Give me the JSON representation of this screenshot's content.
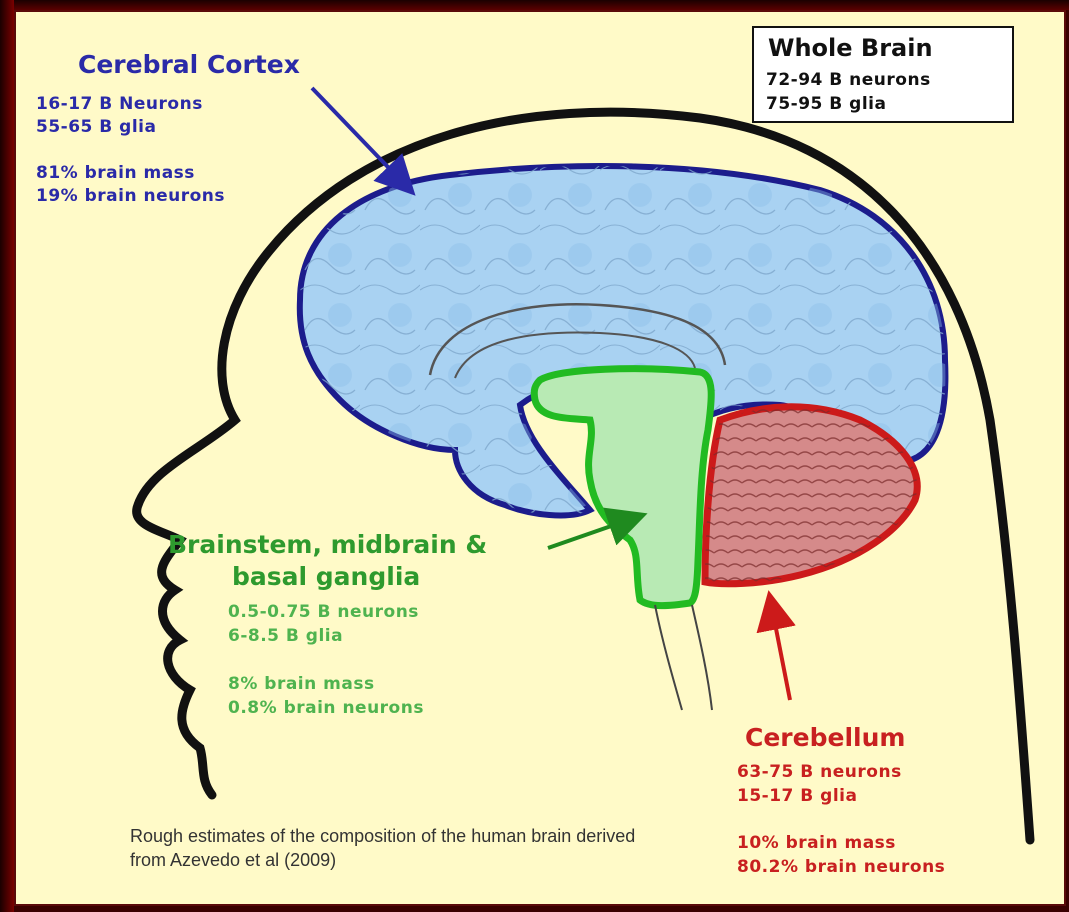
{
  "whole_brain": {
    "title": "Whole Brain",
    "lines": [
      "72-94 B neurons",
      "75-95 B glia"
    ]
  },
  "cerebral_cortex": {
    "title": "Cerebral Cortex",
    "lines": [
      "16-17 B Neurons",
      "55-65 B glia",
      "81% brain mass",
      "19% brain neurons"
    ]
  },
  "brainstem": {
    "title_line1": "Brainstem, midbrain &",
    "title_line2": "basal ganglia",
    "lines": [
      "0.5-0.75 B neurons",
      "6-8.5 B glia",
      "8% brain mass",
      "0.8% brain neurons"
    ]
  },
  "cerebellum": {
    "title": "Cerebellum",
    "lines": [
      "63-75 B neurons",
      "15-17 B glia",
      "10% brain mass",
      "80.2% brain neurons"
    ]
  },
  "caption": "Rough estimates of the composition of the human brain derived from Azevedo et al (2009)",
  "colors": {
    "background": "#fffac8",
    "frame": "#3a0000",
    "cortex": "#2a2aa8",
    "cortex_fill": "#a9d2f2",
    "brainstem": "#22bb22",
    "brainstem_fill": "#b8eab4",
    "cerebellum": "#cc1a1a",
    "cerebellum_fill": "#d58a8a",
    "head_outline": "#111111"
  },
  "icons": [
    "head-outline",
    "cortex-arrow",
    "brainstem-arrow",
    "cerebellum-arrow"
  ]
}
